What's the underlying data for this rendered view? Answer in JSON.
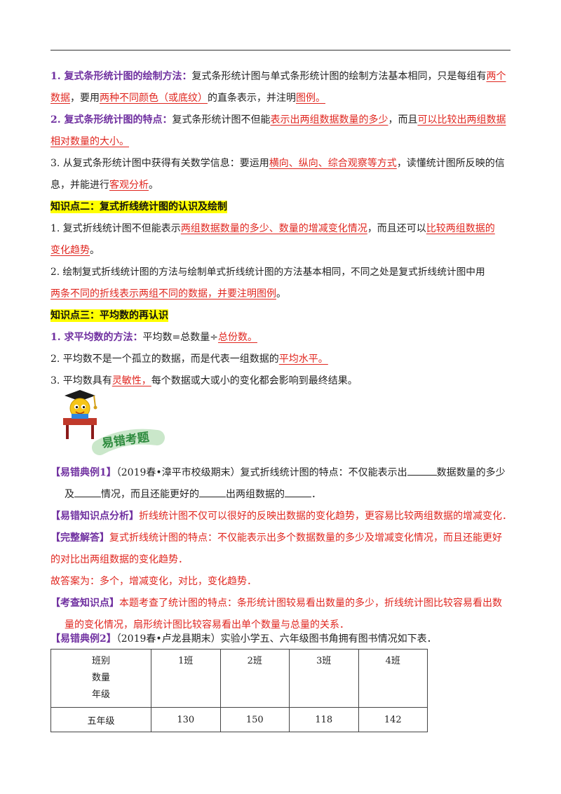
{
  "sec1": {
    "p1": {
      "title": "1. 复式条形统计图的绘制方法：",
      "t1": "复式条形统计图与单式条形统计图的绘制方法基本相同，只是每组有",
      "u1": "两个",
      "u1b": "数据",
      "t2": "，要用",
      "u2": "两种不同颜色（或底纹）",
      "t3": "的直条表示，并注明",
      "u3": "图例。"
    },
    "p2": {
      "title": "2. 复式条形统计图的特点：",
      "t1": "复式条形统计图不但能",
      "u1": "表示出两组数据数量的多少",
      "t2": "，而且",
      "u2": "可以比较出两组数据",
      "u2b": "相对数量的大小。"
    },
    "p3": {
      "t1": "3. 从复式条形统计图中获得有关数学信息：要运用",
      "u1": "横向、纵向、综合观察等方式",
      "t2": "，读懂统计图所反映的信",
      "t3": "息，并能进行",
      "u2": "客观分析",
      "t4": "。"
    }
  },
  "sec2": {
    "heading": "知识点二：复式折线统计图的认识及绘制",
    "p1": {
      "t1": "1.  复式折线统计图不但能表示",
      "u1": "两组数据数量的多少、数量的增减变化情况",
      "t2": "，而且还可以",
      "u2": "比较两组数据的",
      "u2b": "变化趋势",
      "t3": "。"
    },
    "p2": {
      "t1": "2.  绘制复式折线统计图的方法与绘制单式折线统计图的方法基本相同，不同之处是复式折线统计图中用",
      "u1": "两条不同的折线表示两组不同的数据，并要注明图例",
      "t2": "。"
    }
  },
  "sec3": {
    "heading": "知识点三：平均数的再认识",
    "p1": {
      "title": "1. 求平均数的方法：",
      "t1": "平均数=总数量÷",
      "u1": "总份数。"
    },
    "p2": {
      "t1": "2. 平均数不是一个孤立的数据，而是代表一组数据的",
      "u1": "平均水平。"
    },
    "p3": {
      "t1": "3. 平均数具有",
      "u1": "灵敏性，",
      "t2": "每个数据或大或小的变化都会影响到最终结果。"
    }
  },
  "banner": {
    "label": "易错考题"
  },
  "ex1": {
    "tag": "【易错典例1】",
    "t1": "（2019春•漳平市校级期末）复式折线统计图的特点：不仅能表示出",
    "t2": "数据数量的多少",
    "t3": "及",
    "t4": "情况，而且还能更好的",
    "t5": "出两组数据的",
    "t6": "．",
    "analysis_tag": "【易错知识点分析】",
    "analysis": "折线统计图不仅可以很好的反映出数据的变化趋势，更容易比较两组数据的增减变化．",
    "answer_tag": "【完整解答】",
    "answer1": "复式折线统计图的特点：不仅能表示出多个数据数量的多少及增减变化情况，而且还能更好",
    "answer2": "的对比出两组数据的变化趋势．",
    "final": "故答案为：多个，增减变化，对比，变化趋势．",
    "point_tag": "【考查知识点】",
    "point1": "本题考查了统计图的特点：条形统计图较易看出数量的多少，折线统计图比较容易看出数",
    "point2": "量的变化情况，扇形统计图比较容易看出单个数量与总量的关系．"
  },
  "ex2": {
    "tag": "【易错典例2】",
    "t1": "（2019春•卢龙县期末）实验小学五、六年级图书角拥有图书情况如下表．"
  },
  "table": {
    "corner": [
      "班别",
      "数量",
      "年级"
    ],
    "headers": [
      "1班",
      "2班",
      "3班",
      "4班"
    ],
    "rows": [
      {
        "label": "五年级",
        "values": [
          "130",
          "150",
          "118",
          "142"
        ]
      }
    ]
  },
  "colors": {
    "purple": "#7030a0",
    "red": "#e0261f",
    "highlight": "#ffff00"
  }
}
